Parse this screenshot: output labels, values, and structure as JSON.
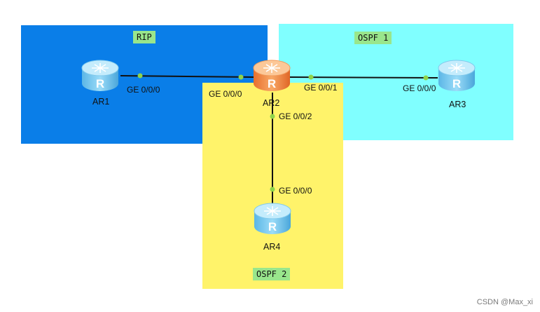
{
  "areas": {
    "rip": {
      "label": "RIP",
      "color": "#0a7ee8"
    },
    "ospf1": {
      "label": "OSPF 1",
      "color": "#80ffff"
    },
    "ospf2": {
      "label": "OSPF 2",
      "color": "#fff36a"
    }
  },
  "routers": {
    "ar1": {
      "name": "AR1",
      "icon": "router-icon",
      "color": "#6cc4ef"
    },
    "ar2": {
      "name": "AR2",
      "icon": "router-icon",
      "color": "#f0803a"
    },
    "ar3": {
      "name": "AR3",
      "icon": "router-icon",
      "color": "#6cc4ef"
    },
    "ar4": {
      "name": "AR4",
      "icon": "router-icon",
      "color": "#6cc4ef"
    }
  },
  "interfaces": {
    "ar1_ge000": "GE 0/0/0",
    "ar2_ge000": "GE 0/0/0",
    "ar2_ge001": "GE 0/0/1",
    "ar2_ge002": "GE 0/0/2",
    "ar3_ge000": "GE 0/0/0",
    "ar4_ge000": "GE 0/0/0"
  },
  "colors": {
    "link": "#111111",
    "port": "#8fd44a"
  },
  "watermark": "CSDN @Max_xi"
}
